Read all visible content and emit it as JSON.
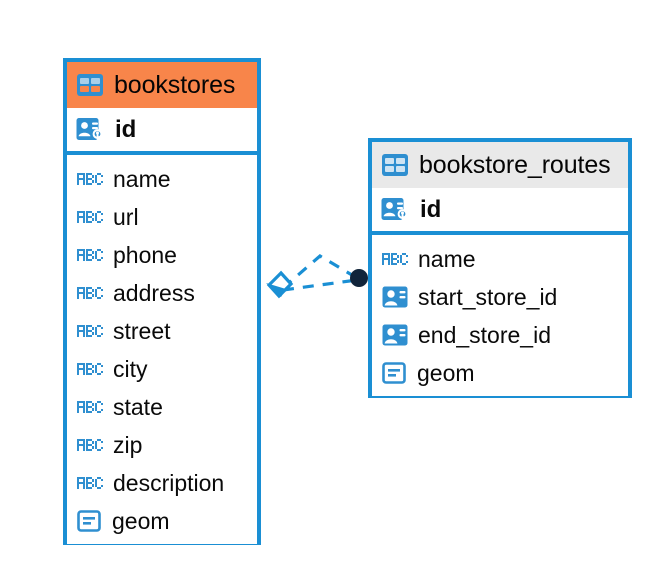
{
  "diagram": {
    "type": "entity-relationship-diagram",
    "background_color": "#ffffff",
    "accent_color": "#1a8fd4",
    "highlight_color": "#f8854a"
  },
  "entities": [
    {
      "name": "bookstores",
      "title": "bookstores",
      "header_style": "accent-orange",
      "header_icon": "table-icon",
      "primary_key": {
        "label": "id",
        "icon": "primary-key-icon"
      },
      "fields": [
        {
          "label": "name",
          "icon": "abc-text-icon"
        },
        {
          "label": "url",
          "icon": "abc-text-icon"
        },
        {
          "label": "phone",
          "icon": "abc-text-icon"
        },
        {
          "label": "address",
          "icon": "abc-text-icon"
        },
        {
          "label": "street",
          "icon": "abc-text-icon"
        },
        {
          "label": "city",
          "icon": "abc-text-icon"
        },
        {
          "label": "state",
          "icon": "abc-text-icon"
        },
        {
          "label": "zip",
          "icon": "abc-text-icon"
        },
        {
          "label": "description",
          "icon": "abc-text-icon"
        },
        {
          "label": "geom",
          "icon": "geometry-icon"
        }
      ]
    },
    {
      "name": "bookstore_routes",
      "title": "bookstore_routes",
      "header_style": "accent-grey",
      "header_icon": "table-icon",
      "primary_key": {
        "label": "id",
        "icon": "primary-key-icon"
      },
      "fields": [
        {
          "label": "name",
          "icon": "abc-text-icon"
        },
        {
          "label": "start_store_id",
          "icon": "foreign-key-icon"
        },
        {
          "label": "end_store_id",
          "icon": "foreign-key-icon"
        },
        {
          "label": "geom",
          "icon": "geometry-icon"
        }
      ]
    }
  ],
  "relationship": {
    "style": "dashed",
    "color": "#1a8fd4",
    "source_marker": "diamond-crowsfoot",
    "target_marker": "filled-circle",
    "target_marker_color": "#11243a"
  }
}
